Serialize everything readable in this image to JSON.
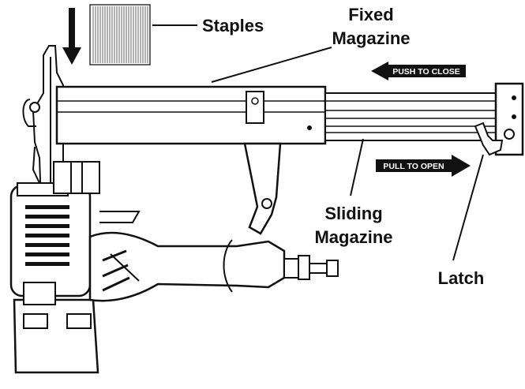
{
  "labels": {
    "staples": "Staples",
    "fixed_magazine_line1": "Fixed",
    "fixed_magazine_line2": "Magazine",
    "sliding_magazine_line1": "Sliding",
    "sliding_magazine_line2": "Magazine",
    "latch": "Latch"
  },
  "arrows": {
    "push": "PUSH TO CLOSE",
    "pull": "PULL TO OPEN"
  }
}
